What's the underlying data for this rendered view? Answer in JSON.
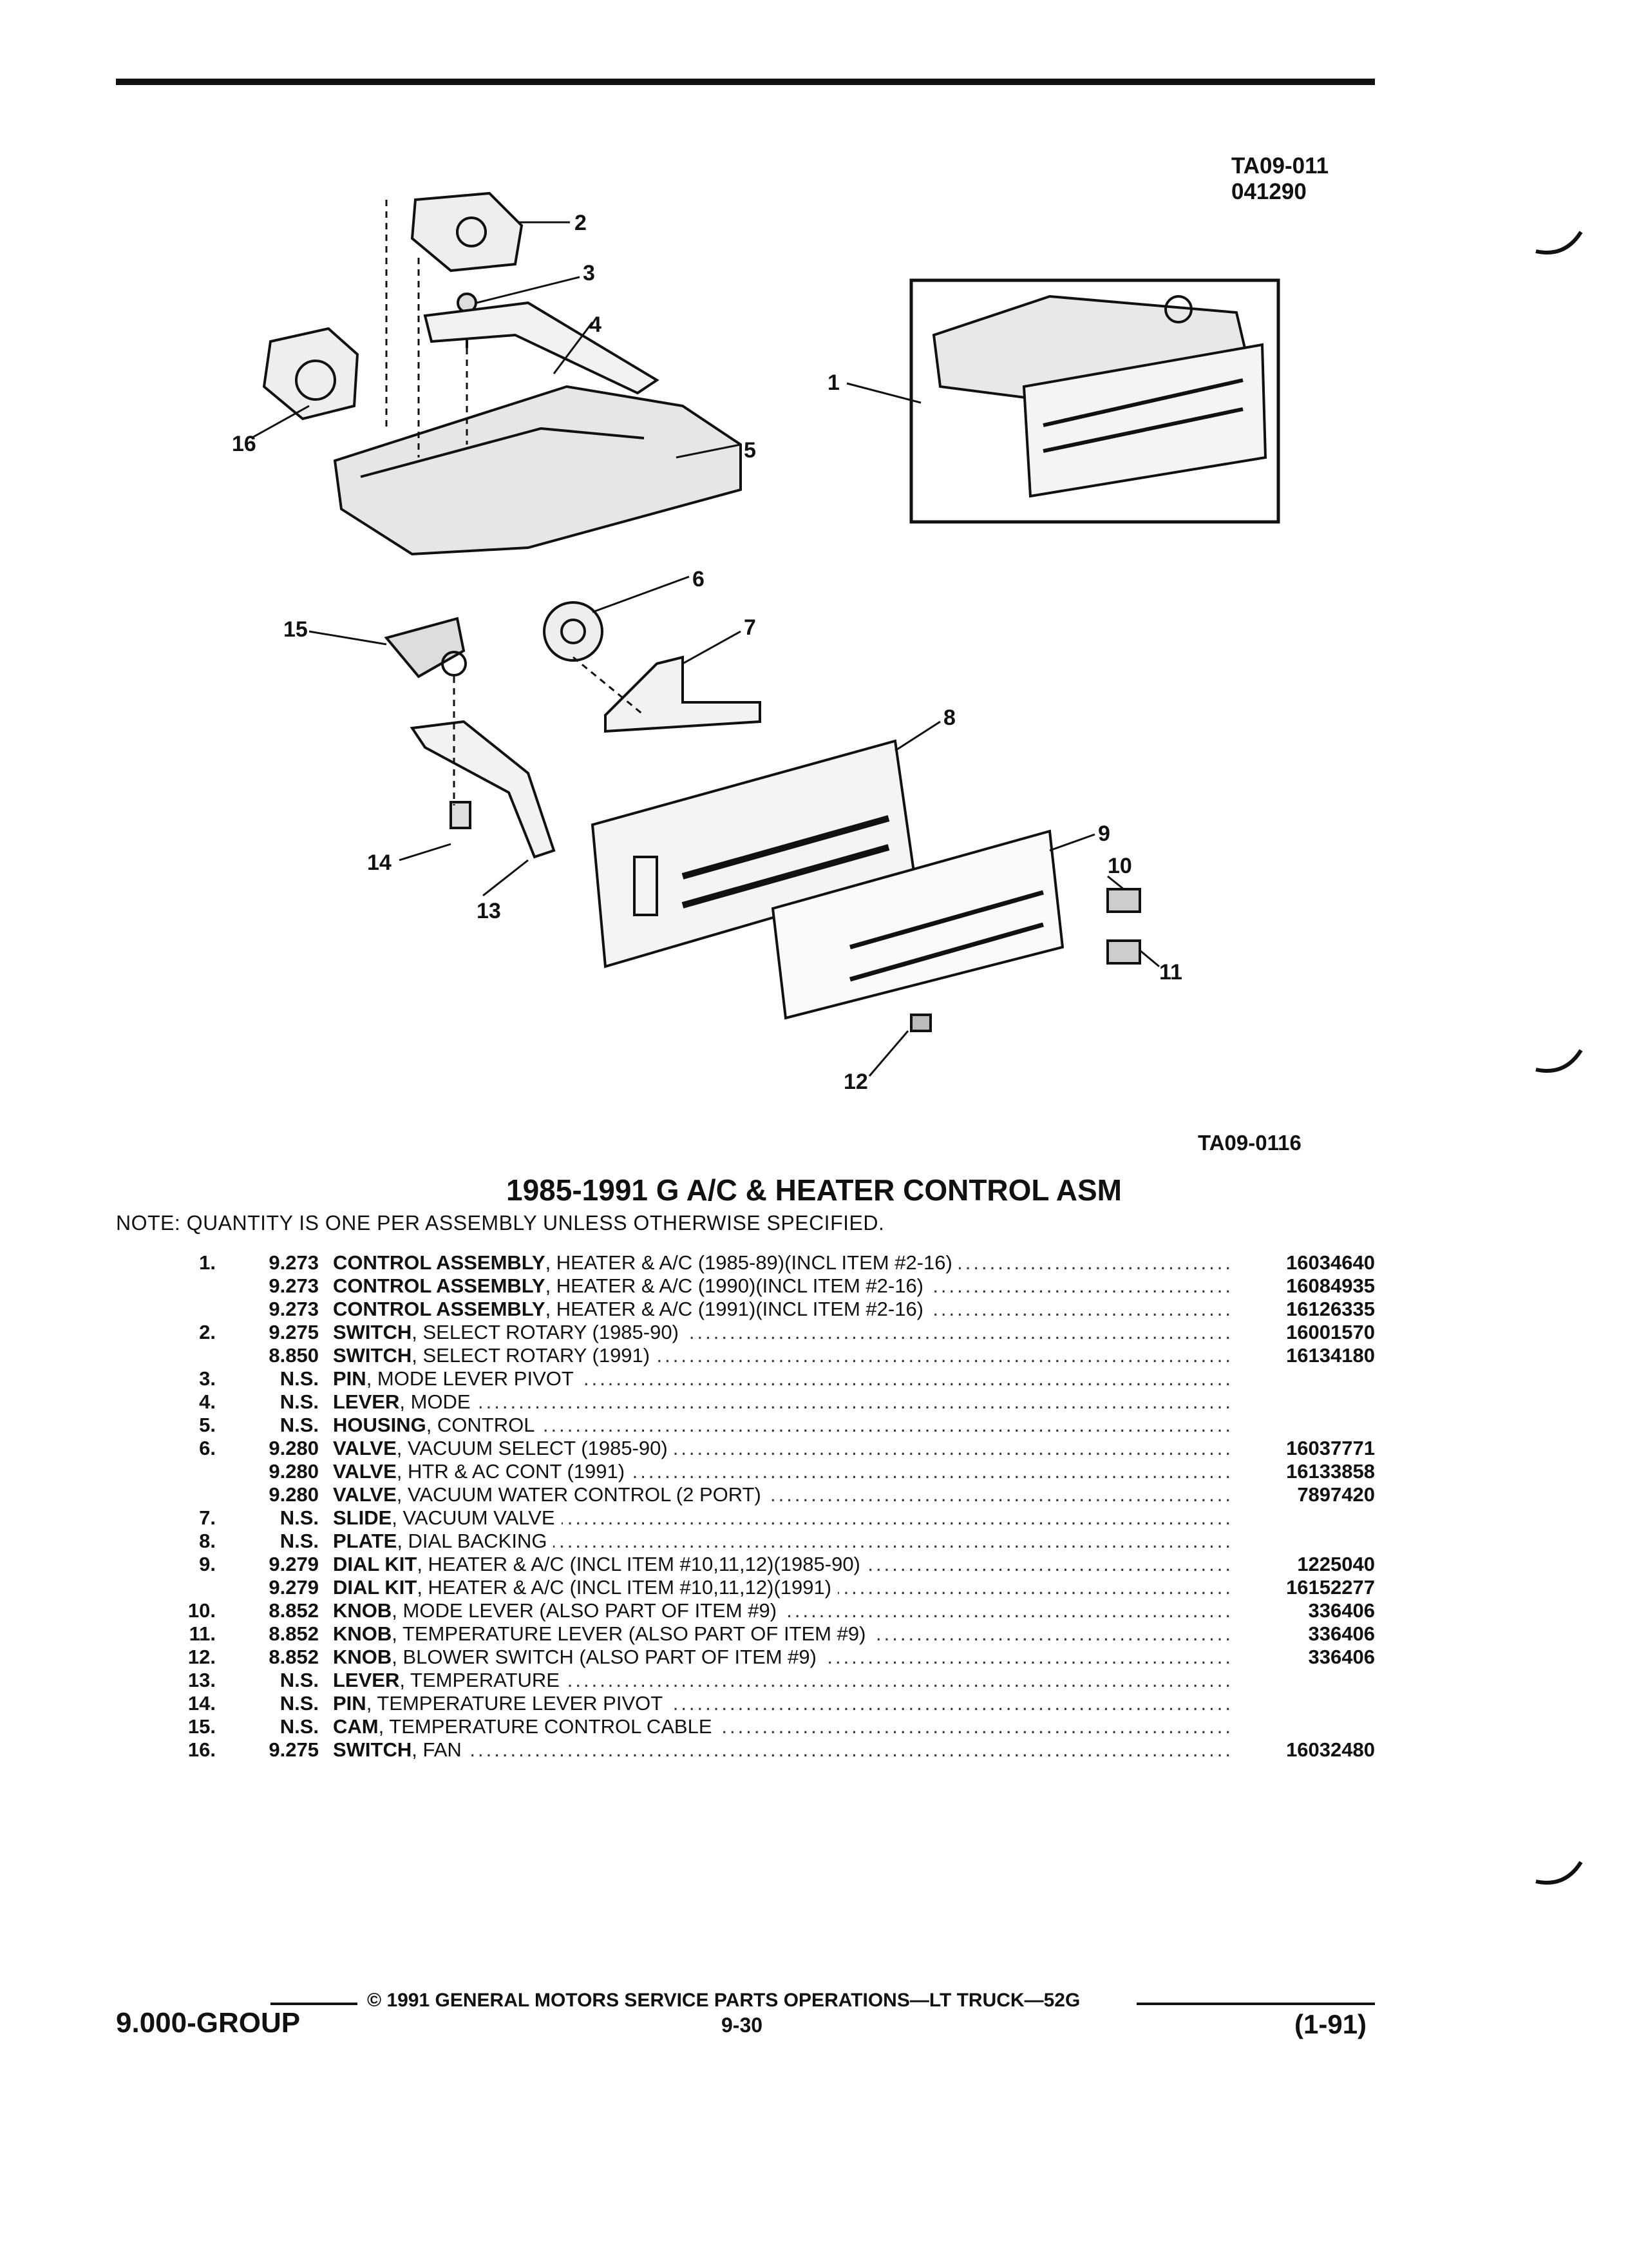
{
  "header": {
    "ref_code": "TA09-011",
    "ref_date": "041290"
  },
  "diagram": {
    "ref": "TA09-0116",
    "callouts": [
      "1",
      "2",
      "3",
      "4",
      "5",
      "6",
      "7",
      "8",
      "9",
      "10",
      "11",
      "12",
      "13",
      "14",
      "15",
      "16"
    ]
  },
  "title": "1985-1991 G A/C & HEATER CONTROL ASM",
  "note": "NOTE: QUANTITY IS ONE PER ASSEMBLY UNLESS OTHERWISE SPECIFIED.",
  "parts": [
    {
      "num": "1.",
      "group": "9.273",
      "name": "CONTROL ASSEMBLY",
      "detail": ", HEATER & A/C (1985-89)(INCL ITEM #2-16)",
      "pn": "16034640"
    },
    {
      "num": "",
      "group": "9.273",
      "name": "CONTROL ASSEMBLY",
      "detail": ", HEATER & A/C (1990)(INCL ITEM #2-16)",
      "pn": "16084935"
    },
    {
      "num": "",
      "group": "9.273",
      "name": "CONTROL ASSEMBLY",
      "detail": ", HEATER & A/C (1991)(INCL ITEM #2-16)",
      "pn": "16126335"
    },
    {
      "num": "2.",
      "group": "9.275",
      "name": "SWITCH",
      "detail": ", SELECT ROTARY (1985-90)",
      "pn": "16001570"
    },
    {
      "num": "",
      "group": "8.850",
      "name": "SWITCH",
      "detail": ", SELECT ROTARY (1991)",
      "pn": "16134180"
    },
    {
      "num": "3.",
      "group": "N.S.",
      "name": "PIN",
      "detail": ", MODE LEVER PIVOT",
      "pn": ""
    },
    {
      "num": "4.",
      "group": "N.S.",
      "name": "LEVER",
      "detail": ", MODE",
      "pn": ""
    },
    {
      "num": "5.",
      "group": "N.S.",
      "name": "HOUSING",
      "detail": ", CONTROL",
      "pn": ""
    },
    {
      "num": "6.",
      "group": "9.280",
      "name": "VALVE",
      "detail": ", VACUUM SELECT (1985-90)",
      "pn": "16037771"
    },
    {
      "num": "",
      "group": "9.280",
      "name": "VALVE",
      "detail": ", HTR & AC CONT (1991)",
      "pn": "16133858"
    },
    {
      "num": "",
      "group": "9.280",
      "name": "VALVE",
      "detail": ", VACUUM WATER CONTROL (2 PORT)",
      "pn": "7897420"
    },
    {
      "num": "7.",
      "group": "N.S.",
      "name": "SLIDE",
      "detail": ", VACUUM VALVE",
      "pn": ""
    },
    {
      "num": "8.",
      "group": "N.S.",
      "name": "PLATE",
      "detail": ", DIAL BACKING",
      "pn": ""
    },
    {
      "num": "9.",
      "group": "9.279",
      "name": "DIAL KIT",
      "detail": ", HEATER & A/C (INCL ITEM #10,11,12)(1985-90)",
      "pn": "1225040"
    },
    {
      "num": "",
      "group": "9.279",
      "name": "DIAL KIT",
      "detail": ", HEATER & A/C (INCL ITEM #10,11,12)(1991)",
      "pn": "16152277"
    },
    {
      "num": "10.",
      "group": "8.852",
      "name": "KNOB",
      "detail": ", MODE LEVER (ALSO PART OF ITEM #9)",
      "pn": "336406"
    },
    {
      "num": "11.",
      "group": "8.852",
      "name": "KNOB",
      "detail": ", TEMPERATURE LEVER (ALSO PART OF ITEM #9)",
      "pn": "336406"
    },
    {
      "num": "12.",
      "group": "8.852",
      "name": "KNOB",
      "detail": ", BLOWER SWITCH (ALSO PART OF ITEM #9)",
      "pn": "336406"
    },
    {
      "num": "13.",
      "group": "N.S.",
      "name": "LEVER",
      "detail": ", TEMPERATURE",
      "pn": ""
    },
    {
      "num": "14.",
      "group": "N.S.",
      "name": "PIN",
      "detail": ", TEMPERATURE LEVER PIVOT",
      "pn": ""
    },
    {
      "num": "15.",
      "group": "N.S.",
      "name": "CAM",
      "detail": ", TEMPERATURE CONTROL CABLE",
      "pn": ""
    },
    {
      "num": "16.",
      "group": "9.275",
      "name": "SWITCH",
      "detail": ", FAN",
      "pn": "16032480"
    }
  ],
  "footer": {
    "copyright": "© 1991 GENERAL MOTORS SERVICE PARTS OPERATIONS—LT TRUCK—52G",
    "group": "9.000-GROUP",
    "page": "9-30",
    "date": "(1-91)"
  }
}
